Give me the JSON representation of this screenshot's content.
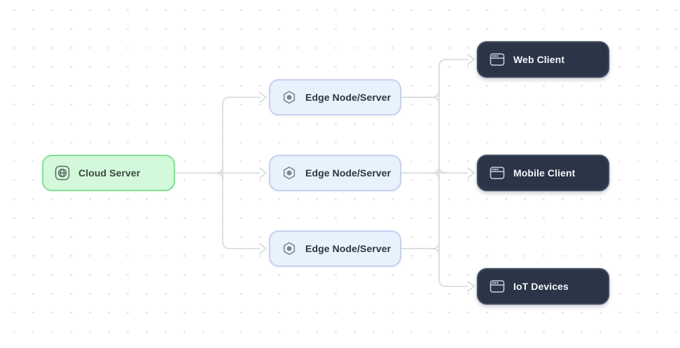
{
  "diagram": {
    "canvas": {
      "background_color": "#ffffff",
      "grid_dot_color": "#d7d9dc",
      "connector_color": "#d9dce1"
    },
    "nodes": {
      "cloud": {
        "label": "Cloud Server",
        "icon": "globe-server-icon",
        "fill": "#d3f8da",
        "border": "#86e098",
        "text_color": "#3a4a40"
      },
      "edges": [
        {
          "label": "Edge Node/Server"
        },
        {
          "label": "Edge Node/Server"
        },
        {
          "label": "Edge Node/Server"
        }
      ],
      "edge_style": {
        "icon": "hexagon-node-icon",
        "fill": "#e8f2fc",
        "border": "#c7d0f1",
        "text_color": "#2d3642"
      },
      "clients": [
        {
          "label": "Web Client"
        },
        {
          "label": "Mobile Client"
        },
        {
          "label": "IoT Devices"
        }
      ],
      "client_style": {
        "icon": "browser-window-icon",
        "fill": "#2b3547",
        "border": "#3e4a5d",
        "text_color": "#f3f6fa"
      }
    }
  }
}
